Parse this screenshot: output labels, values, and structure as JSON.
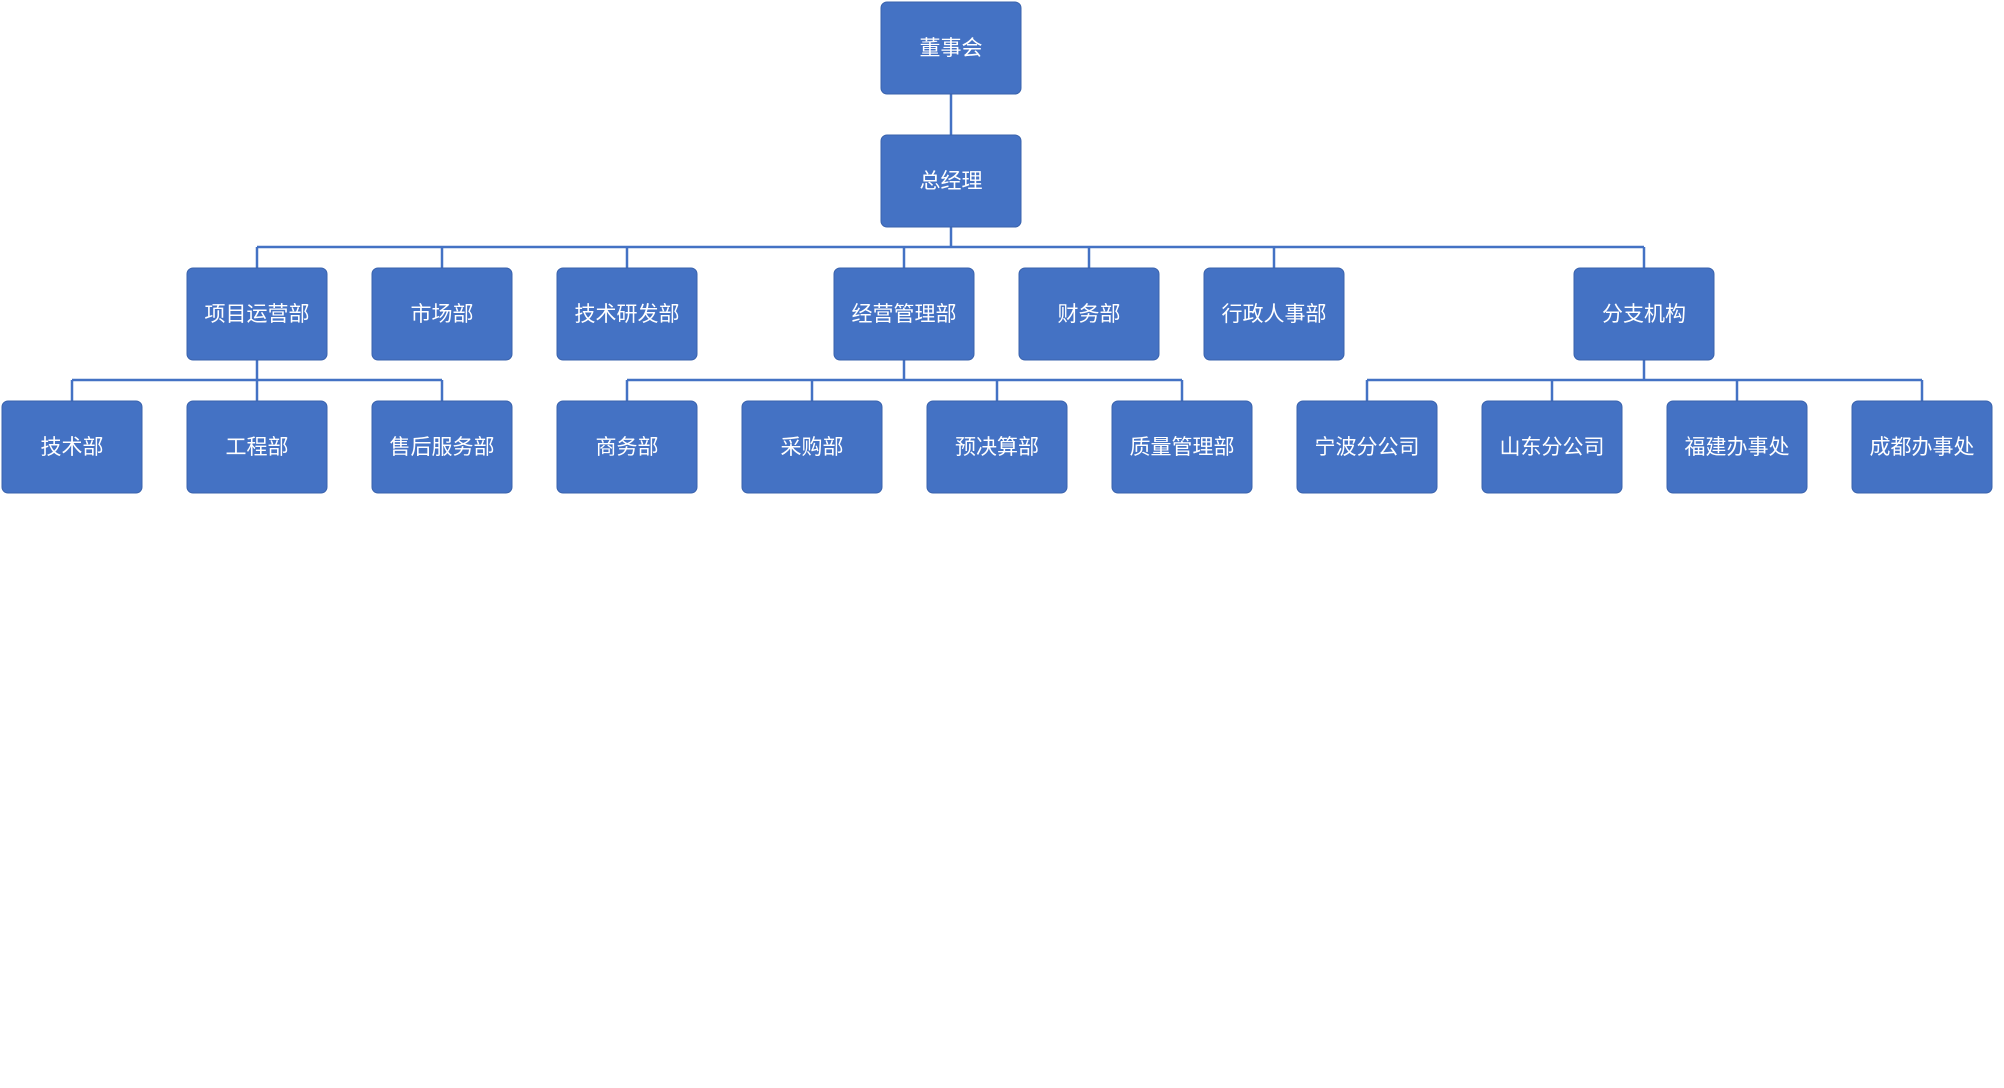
{
  "diagram": {
    "type": "org-chart",
    "colors": {
      "node_fill": "#4472c4",
      "node_text": "#ffffff",
      "connector": "#4472c4",
      "background": "#ffffff"
    },
    "root": {
      "id": "board",
      "label": "董事会",
      "children": [
        {
          "id": "general-manager",
          "label": "总经理",
          "children": [
            {
              "id": "project-operations",
              "label": "项目运营部",
              "children": [
                {
                  "id": "technical-dept",
                  "label": "技术部"
                },
                {
                  "id": "engineering-dept",
                  "label": "工程部"
                },
                {
                  "id": "after-sales-dept",
                  "label": "售后服务部"
                }
              ]
            },
            {
              "id": "marketing-dept",
              "label": "市场部"
            },
            {
              "id": "rnd-dept",
              "label": "技术研发部"
            },
            {
              "id": "business-management",
              "label": "经营管理部",
              "children": [
                {
                  "id": "commerce-dept",
                  "label": "商务部"
                },
                {
                  "id": "procurement-dept",
                  "label": "采购部"
                },
                {
                  "id": "budget-dept",
                  "label": "预决算部"
                },
                {
                  "id": "quality-dept",
                  "label": "质量管理部"
                }
              ]
            },
            {
              "id": "finance-dept",
              "label": "财务部"
            },
            {
              "id": "admin-hr-dept",
              "label": "行政人事部"
            },
            {
              "id": "branches",
              "label": "分支机构",
              "children": [
                {
                  "id": "ningbo-branch",
                  "label": "宁波分公司"
                },
                {
                  "id": "shandong-branch",
                  "label": "山东分公司"
                },
                {
                  "id": "fujian-office",
                  "label": "福建办事处"
                },
                {
                  "id": "chengdu-office",
                  "label": "成都办事处"
                }
              ]
            }
          ]
        }
      ]
    }
  }
}
